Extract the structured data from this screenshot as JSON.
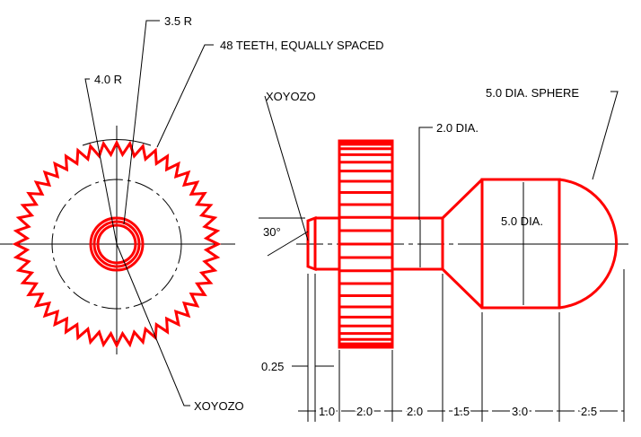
{
  "colors": {
    "part": "#ff0000",
    "annotation": "#000000"
  },
  "labels": {
    "radius_inner": "3.5 R",
    "teeth": "48 TEETH, EQUALLY SPACED",
    "radius_outer": "4.0 R",
    "origin_side": "XOYOZO",
    "origin_front": "XOYOZO",
    "shaft_dia": "2.0 DIA.",
    "sphere": "5.0 DIA. SPHERE",
    "cyl_dia": "5.0 DIA.",
    "angle": "30°",
    "chamfer": "0.25"
  },
  "dims": [
    "1.0",
    "2.0",
    "2.0",
    "1.5",
    "3.0",
    "2.5"
  ],
  "gear": {
    "teeth": 48
  }
}
